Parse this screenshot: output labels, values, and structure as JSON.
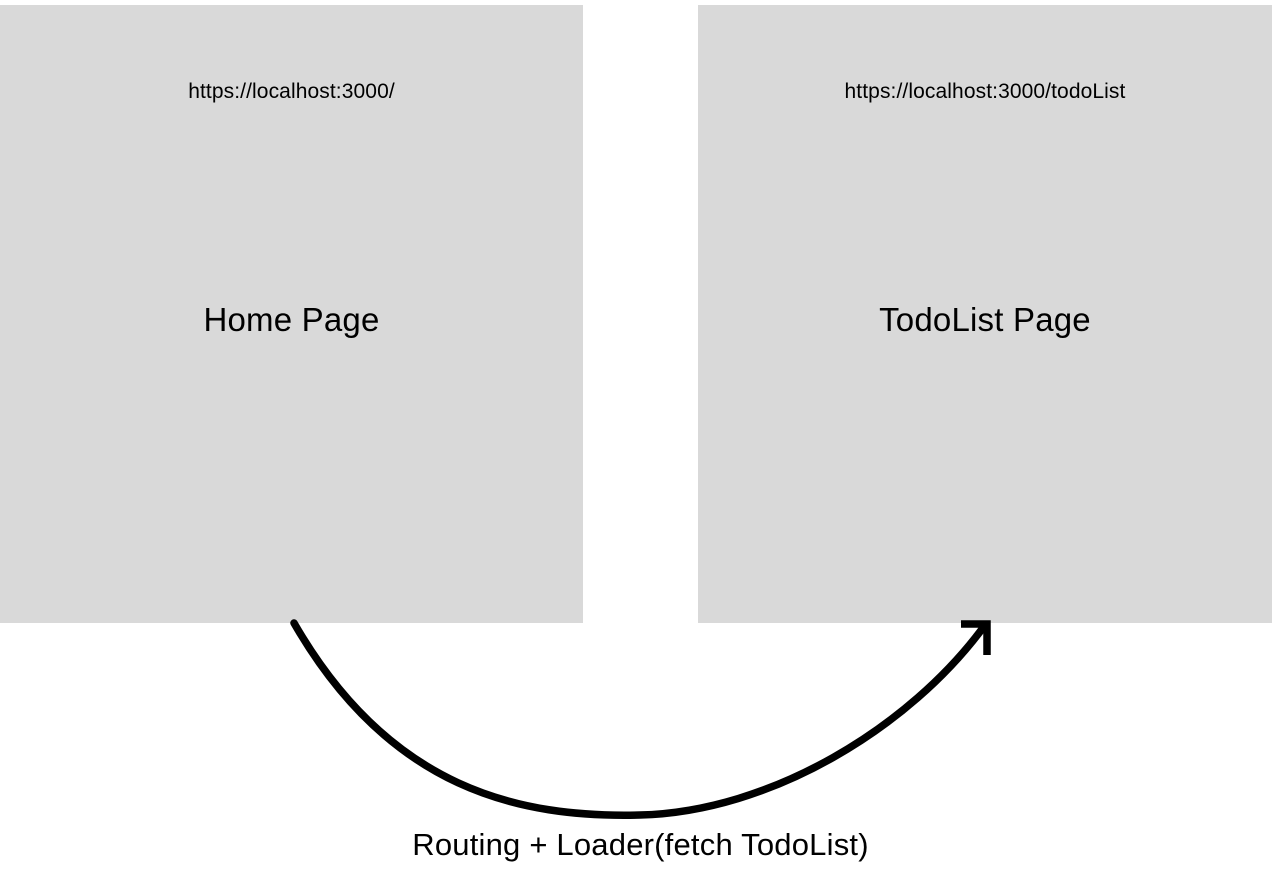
{
  "diagram": {
    "background_color": "#ffffff",
    "box_fill_color": "#d9d9d9",
    "stroke_color": "#000000",
    "boxes": [
      {
        "id": "home",
        "url": "https://localhost:3000/",
        "title": "Home Page"
      },
      {
        "id": "todolist",
        "url": "https://localhost:3000/todoList",
        "title": "TodoList Page"
      }
    ],
    "transition": {
      "caption": "Routing + Loader(fetch TodoList)",
      "from": "Home Page",
      "to": "TodoList Page",
      "arrow_style": "curved-open-arrowhead",
      "arrowhead_icon": "arrow-up-right-icon"
    }
  }
}
